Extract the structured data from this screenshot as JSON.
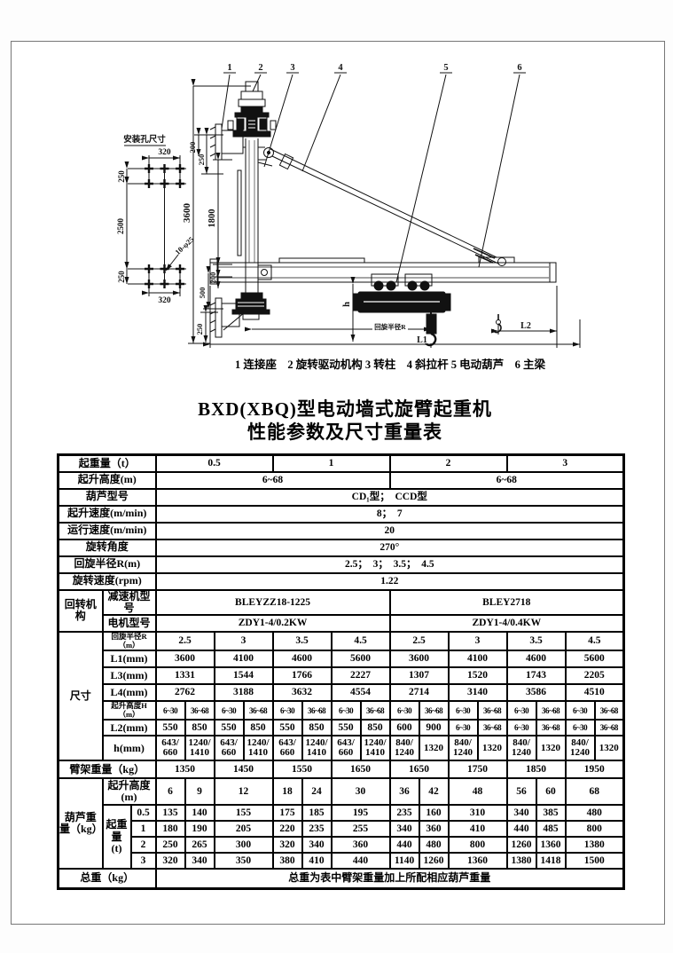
{
  "doc": {
    "title_line1": "BXD(XBQ)型电动墙式旋臂起重机",
    "title_line2": "性能参数及尺寸重量表",
    "parts_caption": "1 连接座    2 旋转驱动机构 3 转柱    4 斜拉杆 5 电动葫芦    6 主梁"
  },
  "drawing": {
    "install_hole_title": "安装孔尺寸",
    "callouts": [
      "1",
      "2",
      "3",
      "4",
      "5",
      "6"
    ],
    "labels": {
      "hole_w_top": "320",
      "hole_w_bot": "320",
      "hole_h_top": "250",
      "hole_h_mid": "2500",
      "hole_h_bot": "250",
      "hole_spec": "10-φ25",
      "col_total": "3600",
      "col_mid": "1800",
      "top_200": "200",
      "top_250": "250",
      "bot_200": "200",
      "bot_500": "500",
      "bot_250": "250",
      "dim_h": "h",
      "dim_radius": "回旋半径R",
      "dim_l1": "L1",
      "dim_l2": "L2"
    }
  },
  "table": {
    "rows": [
      {
        "h": 19,
        "cells": [
          {
            "t": "起重量（t）",
            "c": 3
          },
          {
            "t": "0.5",
            "c": 4,
            "k": "n"
          },
          {
            "t": "1",
            "c": 4,
            "k": "n"
          },
          {
            "t": "2",
            "c": 4,
            "k": "n"
          },
          {
            "t": "3",
            "c": 4,
            "k": "n"
          }
        ]
      },
      {
        "h": 19,
        "cells": [
          {
            "t": "起升高度(m)",
            "c": 3
          },
          {
            "t": "6~68",
            "c": 8,
            "k": "n"
          },
          {
            "t": "6~68",
            "c": 8,
            "k": "n"
          }
        ]
      },
      {
        "h": 19,
        "cells": [
          {
            "t": "葫芦型号",
            "c": 3
          },
          {
            "t": "CD₁型；  CCD型",
            "c": 16,
            "k": "n"
          }
        ]
      },
      {
        "h": 19,
        "cells": [
          {
            "t": "起升速度(m/min)",
            "c": 3
          },
          {
            "t": "8；  7",
            "c": 16,
            "k": "n"
          }
        ]
      },
      {
        "h": 19,
        "cells": [
          {
            "t": "运行速度(m/min)",
            "c": 3
          },
          {
            "t": "20",
            "c": 16,
            "k": "n"
          }
        ]
      },
      {
        "h": 19,
        "cells": [
          {
            "t": "旋转角度",
            "c": 3
          },
          {
            "t": "270°",
            "c": 16,
            "k": "n"
          }
        ]
      },
      {
        "h": 19,
        "cells": [
          {
            "t": "回旋半径R(m)",
            "c": 3
          },
          {
            "t": "2.5；  3；  3.5；  4.5",
            "c": 16,
            "k": "n"
          }
        ]
      },
      {
        "h": 19,
        "cells": [
          {
            "t": "旋转速度(rpm)",
            "c": 3
          },
          {
            "t": "1.22",
            "c": 16,
            "k": "n"
          }
        ]
      },
      {
        "h": 19,
        "cells": [
          {
            "t": "回转机构",
            "r": 2
          },
          {
            "t": "减速机型号",
            "c": 2
          },
          {
            "t": "BLEYZZ18-1225",
            "c": 8,
            "k": "n"
          },
          {
            "t": "BLEY2718",
            "c": 8,
            "k": "n"
          }
        ]
      },
      {
        "h": 19,
        "cells": [
          {
            "t": "电机型号",
            "c": 2
          },
          {
            "t": "ZDY1-4/0.2KW",
            "c": 8,
            "k": "n"
          },
          {
            "t": "ZDY1-4/0.4KW",
            "c": 8,
            "k": "n"
          }
        ]
      },
      {
        "h": 18,
        "cells": [
          {
            "t": "尺寸",
            "r": 7
          },
          {
            "t": "回旋半径R（m）",
            "c": 2,
            "k": "sm"
          },
          {
            "t": "2.5",
            "c": 2,
            "k": "n"
          },
          {
            "t": "3",
            "c": 2,
            "k": "n"
          },
          {
            "t": "3.5",
            "c": 2,
            "k": "n"
          },
          {
            "t": "4.5",
            "c": 2,
            "k": "n"
          },
          {
            "t": "2.5",
            "c": 2,
            "k": "n"
          },
          {
            "t": "3",
            "c": 2,
            "k": "n"
          },
          {
            "t": "3.5",
            "c": 2,
            "k": "n"
          },
          {
            "t": "4.5",
            "c": 2,
            "k": "n"
          }
        ]
      },
      {
        "h": 19,
        "cells": [
          {
            "t": "L1(mm)",
            "c": 2
          },
          {
            "t": "3600",
            "c": 2,
            "k": "n"
          },
          {
            "t": "4100",
            "c": 2,
            "k": "n"
          },
          {
            "t": "4600",
            "c": 2,
            "k": "n"
          },
          {
            "t": "5600",
            "c": 2,
            "k": "n"
          },
          {
            "t": "3600",
            "c": 2,
            "k": "n"
          },
          {
            "t": "4100",
            "c": 2,
            "k": "n"
          },
          {
            "t": "4600",
            "c": 2,
            "k": "n"
          },
          {
            "t": "5600",
            "c": 2,
            "k": "n"
          }
        ]
      },
      {
        "h": 19,
        "cells": [
          {
            "t": "L3(mm)",
            "c": 2
          },
          {
            "t": "1331",
            "c": 2,
            "k": "n"
          },
          {
            "t": "1544",
            "c": 2,
            "k": "n"
          },
          {
            "t": "1766",
            "c": 2,
            "k": "n"
          },
          {
            "t": "2227",
            "c": 2,
            "k": "n"
          },
          {
            "t": "1307",
            "c": 2,
            "k": "n"
          },
          {
            "t": "1520",
            "c": 2,
            "k": "n"
          },
          {
            "t": "1743",
            "c": 2,
            "k": "n"
          },
          {
            "t": "2205",
            "c": 2,
            "k": "n"
          }
        ]
      },
      {
        "h": 19,
        "cells": [
          {
            "t": "L4(mm)",
            "c": 2
          },
          {
            "t": "2762",
            "c": 2,
            "k": "n"
          },
          {
            "t": "3188",
            "c": 2,
            "k": "n"
          },
          {
            "t": "3632",
            "c": 2,
            "k": "n"
          },
          {
            "t": "4554",
            "c": 2,
            "k": "n"
          },
          {
            "t": "2714",
            "c": 2,
            "k": "n"
          },
          {
            "t": "3140",
            "c": 2,
            "k": "n"
          },
          {
            "t": "3586",
            "c": 2,
            "k": "n"
          },
          {
            "t": "4510",
            "c": 2,
            "k": "n"
          }
        ]
      },
      {
        "h": 17,
        "cells": [
          {
            "t": "起升高度H（m）",
            "c": 2,
            "k": "sm"
          },
          {
            "t": "6~30",
            "k": "xs"
          },
          {
            "t": "36~68",
            "k": "xs"
          },
          {
            "t": "6~30",
            "k": "xs"
          },
          {
            "t": "36~68",
            "k": "xs"
          },
          {
            "t": "6~30",
            "k": "xs"
          },
          {
            "t": "36~68",
            "k": "xs"
          },
          {
            "t": "6~30",
            "k": "xs"
          },
          {
            "t": "36~68",
            "k": "xs"
          },
          {
            "t": "6~30",
            "k": "xs"
          },
          {
            "t": "36~68",
            "k": "xs"
          },
          {
            "t": "6~30",
            "k": "xs"
          },
          {
            "t": "36~68",
            "k": "xs"
          },
          {
            "t": "6~30",
            "k": "xs"
          },
          {
            "t": "36~68",
            "k": "xs"
          },
          {
            "t": "6~30",
            "k": "xs"
          },
          {
            "t": "36~68",
            "k": "xs"
          }
        ]
      },
      {
        "h": 18,
        "cells": [
          {
            "t": "L2(mm)",
            "c": 2
          },
          {
            "t": "550",
            "k": "n"
          },
          {
            "t": "850",
            "k": "n"
          },
          {
            "t": "550",
            "k": "n"
          },
          {
            "t": "850",
            "k": "n"
          },
          {
            "t": "550",
            "k": "n"
          },
          {
            "t": "850",
            "k": "n"
          },
          {
            "t": "550",
            "k": "n"
          },
          {
            "t": "850",
            "k": "n"
          },
          {
            "t": "600",
            "k": "n"
          },
          {
            "t": "900",
            "k": "n"
          },
          {
            "t": "6~30",
            "k": "xs"
          },
          {
            "t": "36~68",
            "k": "xs"
          },
          {
            "t": "6~30",
            "k": "xs"
          },
          {
            "t": "36~68",
            "k": "xs"
          },
          {
            "t": "6~30",
            "k": "xs"
          },
          {
            "t": "36~68",
            "k": "xs"
          }
        ]
      },
      {
        "h": 28,
        "cells": [
          {
            "t": "h(mm)",
            "c": 2
          },
          {
            "t": "643/\n660",
            "k": "tl"
          },
          {
            "t": "1240/\n1410",
            "k": "tl"
          },
          {
            "t": "643/\n660",
            "k": "tl"
          },
          {
            "t": "1240/\n1410",
            "k": "tl"
          },
          {
            "t": "643/\n660",
            "k": "tl"
          },
          {
            "t": "1240/\n1410",
            "k": "tl"
          },
          {
            "t": "643/\n660",
            "k": "tl"
          },
          {
            "t": "1240/\n1410",
            "k": "tl"
          },
          {
            "t": "840/\n1240",
            "k": "tl"
          },
          {
            "t": "1320",
            "k": "tl"
          },
          {
            "t": "840/\n1240",
            "k": "tl"
          },
          {
            "t": "1320",
            "k": "tl"
          },
          {
            "t": "840/\n1240",
            "k": "tl"
          },
          {
            "t": "1320",
            "k": "tl"
          },
          {
            "t": "840/\n1240",
            "k": "tl"
          },
          {
            "t": "1320",
            "k": "tl"
          }
        ]
      },
      {
        "h": 20,
        "cells": [
          {
            "t": "臂架重量（kg）",
            "c": 3
          },
          {
            "t": "1350",
            "c": 2,
            "k": "n"
          },
          {
            "t": "1450",
            "c": 2,
            "k": "n"
          },
          {
            "t": "1550",
            "c": 2,
            "k": "n"
          },
          {
            "t": "1650",
            "c": 2,
            "k": "n"
          },
          {
            "t": "1650",
            "c": 2,
            "k": "n"
          },
          {
            "t": "1750",
            "c": 2,
            "k": "n"
          },
          {
            "t": "1850",
            "c": 2,
            "k": "n"
          },
          {
            "t": "1950",
            "c": 2,
            "k": "n"
          }
        ]
      },
      {
        "h": 30,
        "cells": [
          {
            "t": "葫芦重量（kg）",
            "r": 5
          },
          {
            "t": "起升高度\n(m)",
            "c": 2
          },
          {
            "t": "6",
            "k": "n"
          },
          {
            "t": "9",
            "k": "n"
          },
          {
            "t": "12",
            "c": 2,
            "k": "n"
          },
          {
            "t": "18",
            "k": "n"
          },
          {
            "t": "24",
            "k": "n"
          },
          {
            "t": "30",
            "c": 2,
            "k": "n"
          },
          {
            "t": "36",
            "k": "n"
          },
          {
            "t": "42",
            "k": "n"
          },
          {
            "t": "48",
            "c": 2,
            "k": "n"
          },
          {
            "t": "56",
            "k": "n"
          },
          {
            "t": "60",
            "k": "n"
          },
          {
            "t": "68",
            "c": 2,
            "k": "n"
          }
        ]
      },
      {
        "h": 18,
        "cells": [
          {
            "t": "起重量\n(t)",
            "r": 4
          },
          {
            "t": "0.5",
            "k": "n"
          },
          {
            "t": "135",
            "k": "n"
          },
          {
            "t": "140",
            "k": "n"
          },
          {
            "t": "155",
            "c": 2,
            "k": "n"
          },
          {
            "t": "175",
            "k": "n"
          },
          {
            "t": "185",
            "k": "n"
          },
          {
            "t": "195",
            "c": 2,
            "k": "n"
          },
          {
            "t": "235",
            "k": "n"
          },
          {
            "t": "160",
            "k": "n"
          },
          {
            "t": "310",
            "c": 2,
            "k": "n"
          },
          {
            "t": "340",
            "k": "n"
          },
          {
            "t": "385",
            "k": "n"
          },
          {
            "t": "480",
            "c": 2,
            "k": "n"
          }
        ]
      },
      {
        "h": 18,
        "cells": [
          {
            "t": "1",
            "k": "n"
          },
          {
            "t": "180",
            "k": "n"
          },
          {
            "t": "190",
            "k": "n"
          },
          {
            "t": "205",
            "c": 2,
            "k": "n"
          },
          {
            "t": "220",
            "k": "n"
          },
          {
            "t": "235",
            "k": "n"
          },
          {
            "t": "255",
            "c": 2,
            "k": "n"
          },
          {
            "t": "340",
            "k": "n"
          },
          {
            "t": "360",
            "k": "n"
          },
          {
            "t": "410",
            "c": 2,
            "k": "n"
          },
          {
            "t": "440",
            "k": "n"
          },
          {
            "t": "485",
            "k": "n"
          },
          {
            "t": "800",
            "c": 2,
            "k": "n"
          }
        ]
      },
      {
        "h": 18,
        "cells": [
          {
            "t": "2",
            "k": "n"
          },
          {
            "t": "250",
            "k": "n"
          },
          {
            "t": "265",
            "k": "n"
          },
          {
            "t": "300",
            "c": 2,
            "k": "n"
          },
          {
            "t": "320",
            "k": "n"
          },
          {
            "t": "340",
            "k": "n"
          },
          {
            "t": "360",
            "c": 2,
            "k": "n"
          },
          {
            "t": "440",
            "k": "n"
          },
          {
            "t": "480",
            "k": "n"
          },
          {
            "t": "800",
            "c": 2,
            "k": "n"
          },
          {
            "t": "1260",
            "k": "n"
          },
          {
            "t": "1360",
            "k": "n"
          },
          {
            "t": "1380",
            "c": 2,
            "k": "n"
          }
        ]
      },
      {
        "h": 18,
        "cells": [
          {
            "t": "3",
            "k": "n"
          },
          {
            "t": "320",
            "k": "n"
          },
          {
            "t": "340",
            "k": "n"
          },
          {
            "t": "350",
            "c": 2,
            "k": "n"
          },
          {
            "t": "380",
            "k": "n"
          },
          {
            "t": "410",
            "k": "n"
          },
          {
            "t": "440",
            "c": 2,
            "k": "n"
          },
          {
            "t": "1140",
            "k": "n"
          },
          {
            "t": "1260",
            "k": "n"
          },
          {
            "t": "1360",
            "c": 2,
            "k": "n"
          },
          {
            "t": "1380",
            "k": "n"
          },
          {
            "t": "1418",
            "k": "n"
          },
          {
            "t": "1500",
            "c": 2,
            "k": "n"
          }
        ]
      },
      {
        "h": 22,
        "cells": [
          {
            "t": "总重（kg）",
            "c": 3
          },
          {
            "t": "总重为表中臂架重量加上所配相应葫芦重量",
            "c": 16
          }
        ]
      }
    ]
  }
}
